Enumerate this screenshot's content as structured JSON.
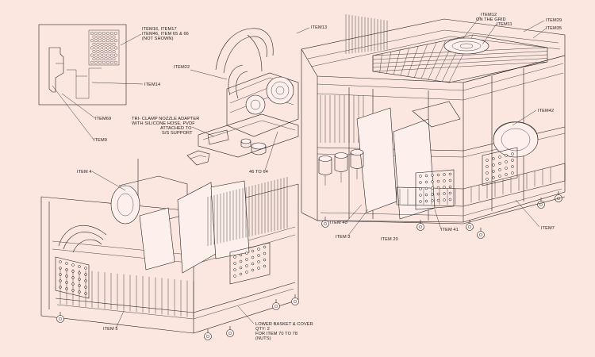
{
  "colors": {
    "background": "#fbe6e0",
    "line": "#222222"
  },
  "labels": {
    "item16_group": [
      "ITEM16, ITEM17",
      "ITEM46, ITEM 65 & 66",
      "(NOT SHOWN)"
    ],
    "item14": "ITEM14",
    "item22": "ITEM22",
    "item13": "ITEM13",
    "item69": "ITEM69",
    "item9": "ITEM9",
    "triclamp": [
      "TRI- CLAMP NOZZLE ADAPTER",
      "WITH SILICONE HOSE, PVDF",
      "ATTACHED TO",
      "S/S SUPPORT"
    ],
    "item12": [
      "ITEM12",
      "ON THE GRID"
    ],
    "item11": "ITEM11",
    "item29": "ITEM29",
    "item35": "ITEM35",
    "item42": "ITEM42",
    "item4": "ITEM 4",
    "range46_64": "46 TO 64",
    "item40": "ITEM 40",
    "item3": "ITEM 3",
    "item20": "ITEM 20",
    "item41": "ITEM 41",
    "item7": "ITEM7",
    "item5": "ITEM 5",
    "lower_basket": [
      "LOWER BASKET & COVER",
      "QTY: 2",
      "FOR ITEM 70 TO 78",
      "(NUTS)"
    ]
  }
}
